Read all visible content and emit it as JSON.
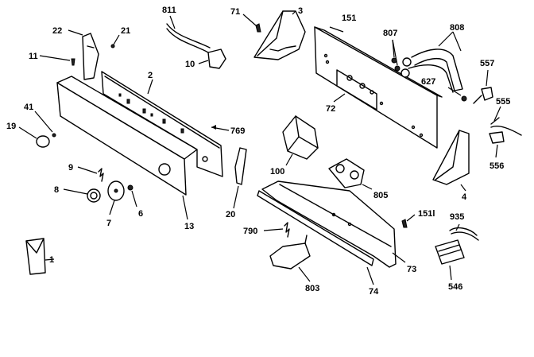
{
  "labels": {
    "p1": "1",
    "p2": "2",
    "p3": "3",
    "p4": "4",
    "p7": "7",
    "p6": "6",
    "p8": "8",
    "p9": "9",
    "p10": "10",
    "p11": "11",
    "p13": "13",
    "p19": "19",
    "p20": "20",
    "p21": "21",
    "p22": "22",
    "p41": "41",
    "p71": "71",
    "p72": "72",
    "p73": "73",
    "p74": "74",
    "p100": "100",
    "p151a": "151",
    "p151b": "151l",
    "p546": "546",
    "p555": "555",
    "p556": "556",
    "p557": "557",
    "p627": "627",
    "p769": "769",
    "p790": "790",
    "p803": "803",
    "p805": "805",
    "p807": "807",
    "p808": "808",
    "p811": "811",
    "p935": "935"
  }
}
